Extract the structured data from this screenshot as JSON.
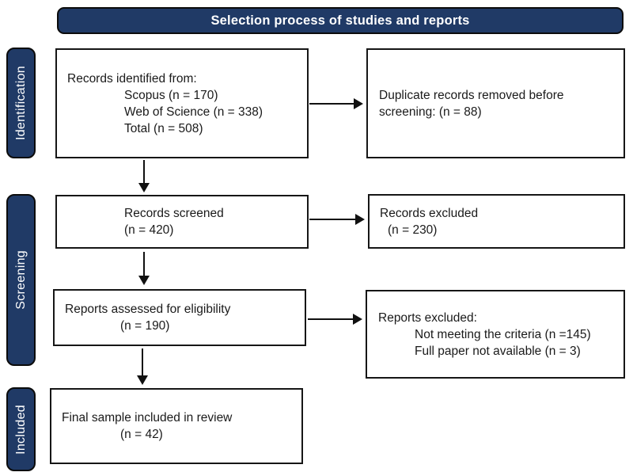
{
  "title": "Selection process of studies and reports",
  "colors": {
    "navy": "#203a66",
    "line": "#111111",
    "text": "#1a1a1a"
  },
  "stages": [
    {
      "label": "Identification"
    },
    {
      "label": "Screening"
    },
    {
      "label": "Included"
    }
  ],
  "boxes": {
    "records_identified": {
      "line1": "Records identified from:",
      "line2": "Scopus (n = 170)",
      "line3": "Web of Science (n = 338)",
      "line4": "Total (n = 508)"
    },
    "duplicates_removed": {
      "line1": "Duplicate records removed before",
      "line2": "screening: (n = 88)"
    },
    "records_screened": {
      "line1": "Records screened",
      "line2": "(n = 420)"
    },
    "records_excluded": {
      "line1": "Records excluded",
      "line2": "(n = 230)"
    },
    "reports_assessed": {
      "line1": "Reports assessed for eligibility",
      "line2": "(n = 190)"
    },
    "reports_excluded": {
      "line1": "Reports excluded:",
      "line2": "Not meeting the criteria (n =145)",
      "line3": "Full paper not available (n = 3)"
    },
    "final_sample": {
      "line1": "Final sample included in review",
      "line2": "(n = 42)"
    }
  }
}
